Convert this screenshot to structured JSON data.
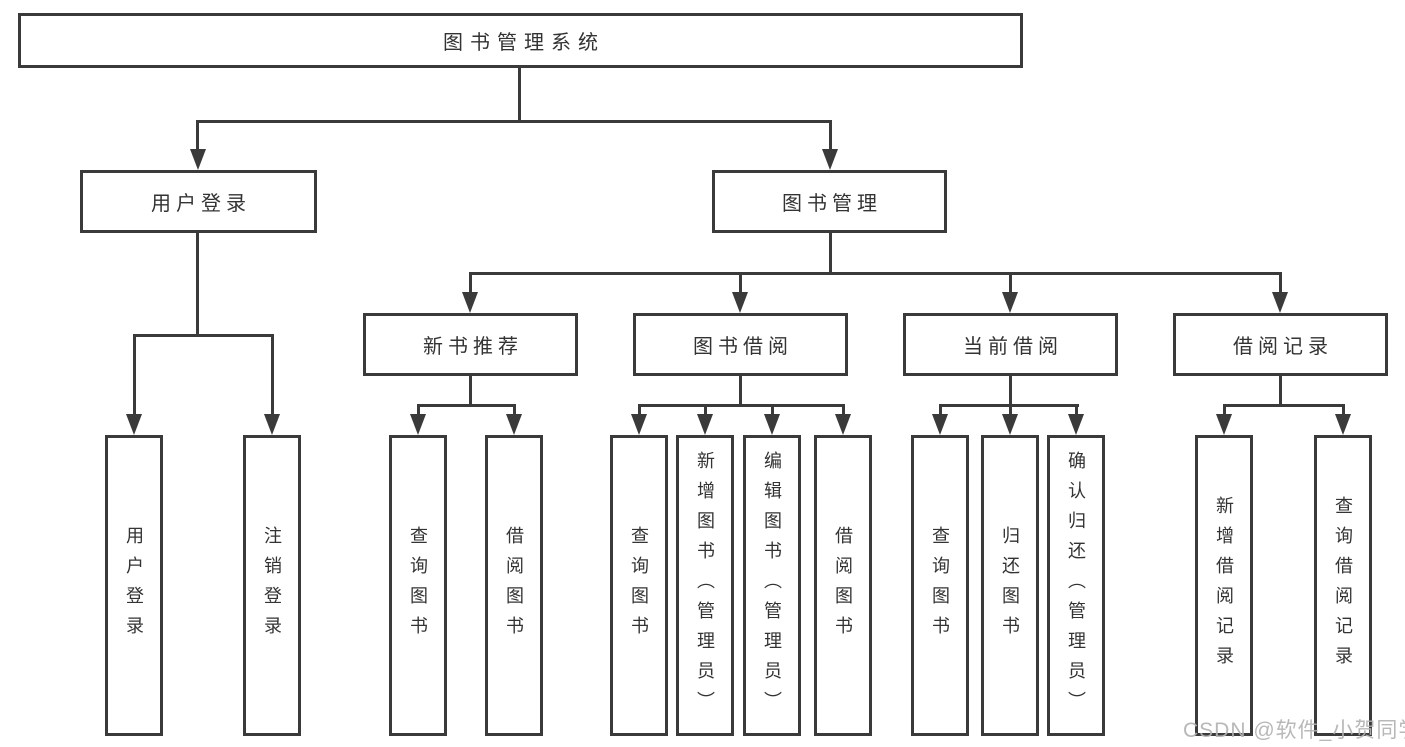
{
  "title": {
    "label": "图书管理系统"
  },
  "branches": [
    {
      "label": "用户登录",
      "children": [
        "用户登录",
        "注销登录"
      ]
    },
    {
      "label": "图书管理",
      "groups": [
        {
          "label": "新书推荐",
          "children": [
            "查询图书",
            "借阅图书"
          ]
        },
        {
          "label": "图书借阅",
          "children": [
            "查询图书",
            "新增图书（管理员）",
            "编辑图书（管理员）",
            "借阅图书"
          ]
        },
        {
          "label": "当前借阅",
          "children": [
            "查询图书",
            "归还图书",
            "确认归还（管理员）"
          ]
        },
        {
          "label": "借阅记录",
          "children": [
            "新增借阅记录",
            "查询借阅记录"
          ]
        }
      ]
    }
  ],
  "watermark": {
    "text": "CSDN @软件_小贺同学"
  },
  "colors": {
    "line": "#3a3a3a",
    "text": "#333333",
    "watermark": "#b2b2b2",
    "background": "#ffffff"
  }
}
